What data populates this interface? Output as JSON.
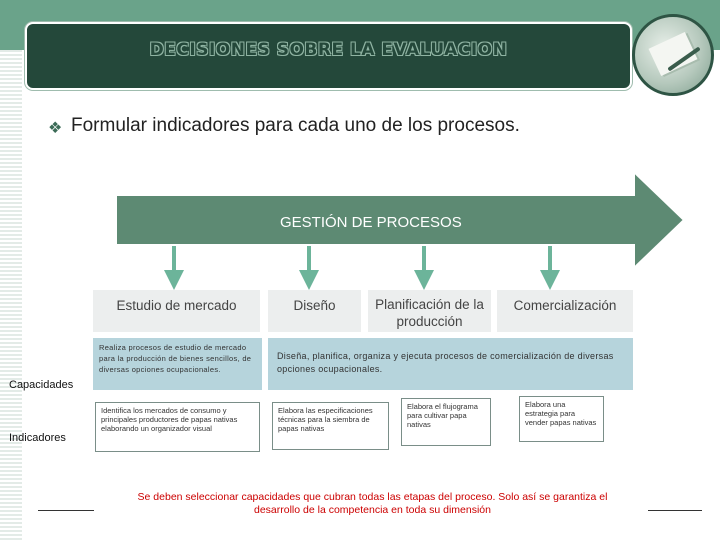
{
  "slide": {
    "title": "DECISIONES SOBRE LA EVALUACION",
    "bullet": "Formular indicadores para cada uno de los procesos."
  },
  "diagram": {
    "main_arrow_label": "GESTIÓN DE PROCESOS",
    "processes": [
      {
        "label": "Estudio de mercado"
      },
      {
        "label": "Diseño"
      },
      {
        "label": "Planificación de la producción"
      },
      {
        "label": "Comercialización"
      }
    ],
    "row_labels": {
      "capacidades": "Capacidades",
      "indicadores": "Indicadores"
    },
    "capacidades": [
      "Realiza procesos de estudio de mercado para la producción de bienes sencillos, de diversas opciones ocupacionales.",
      "Diseña, planifica, organiza y ejecuta procesos de comercialización de diversas opciones ocupacionales."
    ],
    "indicadores": [
      "Identifica los mercados de consumo y principales productores de papas nativas elaborando un organizador visual",
      "Elabora las especificaciones técnicas para la siembra de papas nativas",
      "Elabora el flujograma para cultivar papa nativas",
      "Elabora una estrategia para vender papas nativas"
    ],
    "footnote": "Se deben seleccionar capacidades que cubran todas las etapas del proceso. Solo así se garantiza el desarrollo de la competencia en toda su dimensión"
  },
  "colors": {
    "title_bar": "#24483a",
    "top_band": "#6aa38a",
    "arrow_fill": "#5d8a73",
    "process_box": "#eceeee",
    "capacidades_box": "#b6d4dc",
    "footnote": "#cc0000"
  }
}
